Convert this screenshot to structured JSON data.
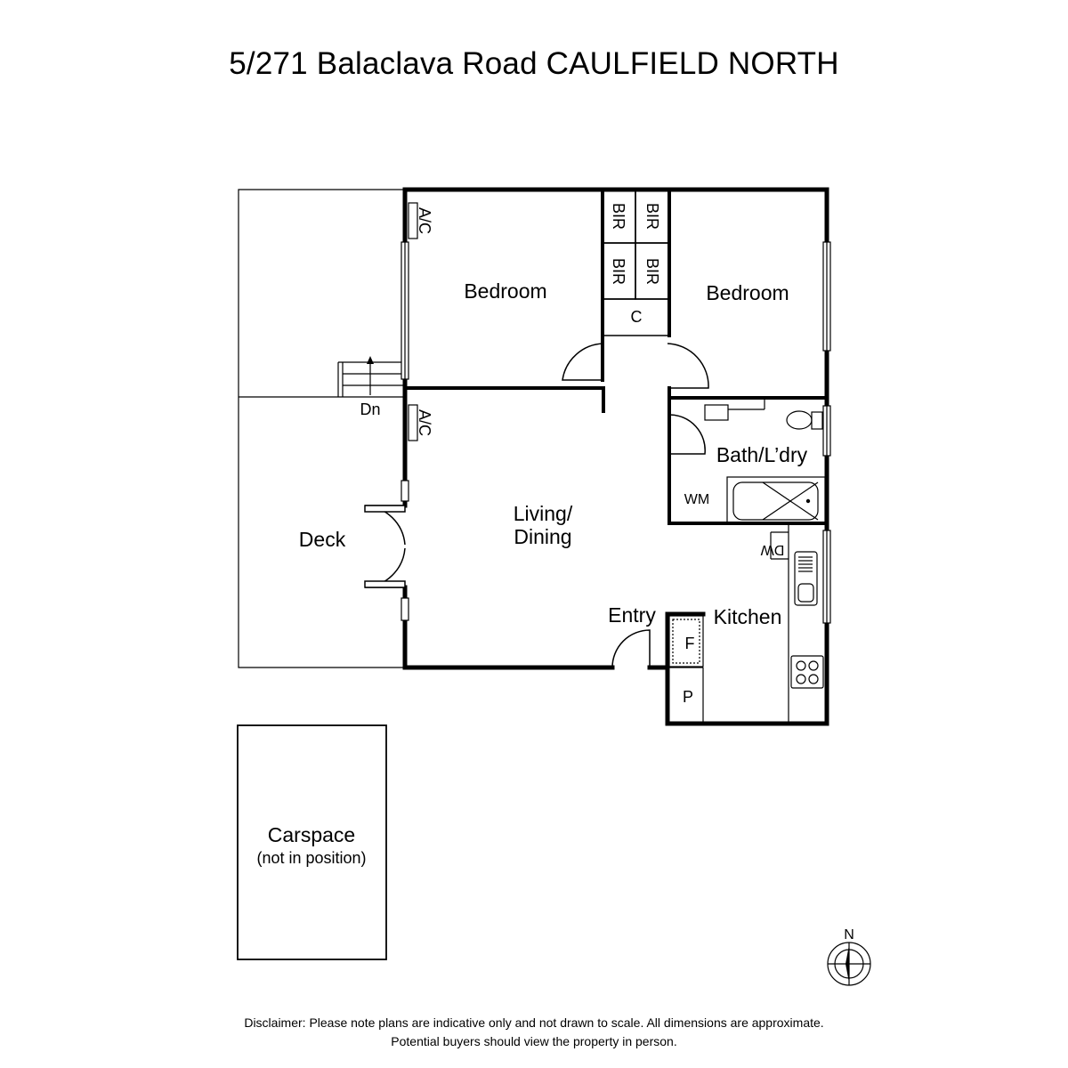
{
  "title": "5/271 Balaclava Road CAULFIELD NORTH",
  "rooms": {
    "bedroom1": "Bedroom",
    "bedroom2": "Bedroom",
    "bir": "BIR",
    "ac": "A/C",
    "cupboard": "C",
    "living_line1": "Living/",
    "living_line2": "Dining",
    "bath": "Bath/L’dry",
    "wm": "WM",
    "dw": "DW",
    "deck": "Deck",
    "stairs": "Dn",
    "entry": "Entry",
    "kitchen": "Kitchen",
    "fridge": "F",
    "pantry": "P",
    "carspace_line1": "Carspace",
    "carspace_line2": "(not in position)"
  },
  "compass": {
    "north": "N"
  },
  "disclaimer": {
    "line1": "Disclaimer: Please note plans are indicative only and not drawn to scale. All dimensions are approximate.",
    "line2": "Potential buyers should view the property in person."
  }
}
